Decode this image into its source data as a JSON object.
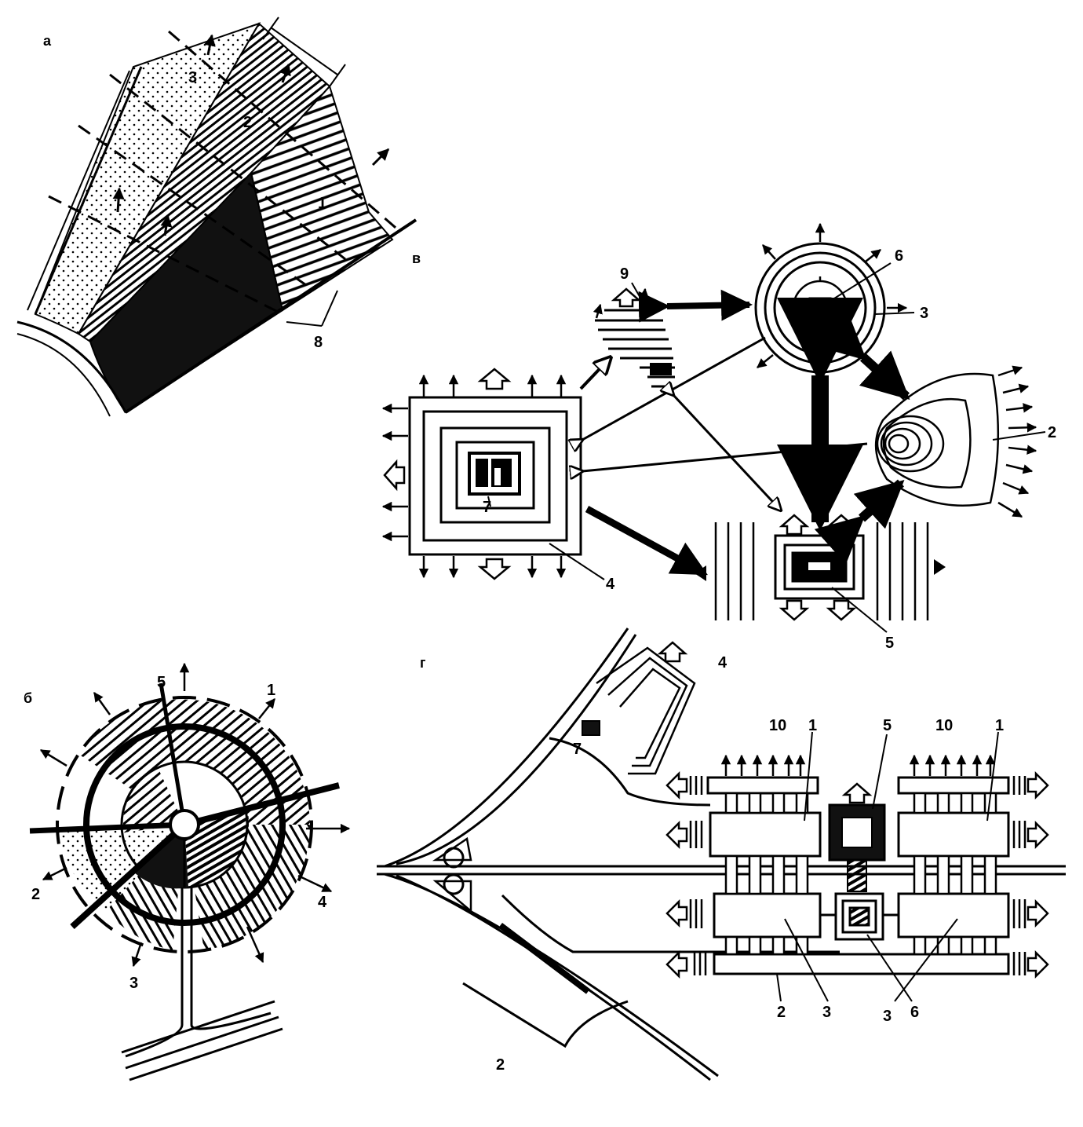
{
  "panels": {
    "a": {
      "letter": "а",
      "labels": {
        "one": "1",
        "two": "2",
        "three": "3",
        "eight": "8"
      }
    },
    "b": {
      "letter": "б",
      "labels": {
        "one": "1",
        "two": "2",
        "three": "3",
        "four": "4",
        "five": "5"
      }
    },
    "v": {
      "letter": "в",
      "labels": {
        "two": "2",
        "three": "3",
        "four": "4",
        "five": "5",
        "six": "6",
        "seven": "7",
        "nine": "9"
      }
    },
    "g": {
      "letter": "г",
      "labels": {
        "one_a": "1",
        "one_b": "1",
        "two_a": "2",
        "two_b": "2",
        "three_a": "3",
        "three_b": "3",
        "four": "4",
        "five": "5",
        "six": "6",
        "seven": "7",
        "ten_a": "10",
        "ten_b": "10"
      }
    }
  },
  "colors": {
    "ink": "#000000",
    "paper": "#ffffff"
  }
}
